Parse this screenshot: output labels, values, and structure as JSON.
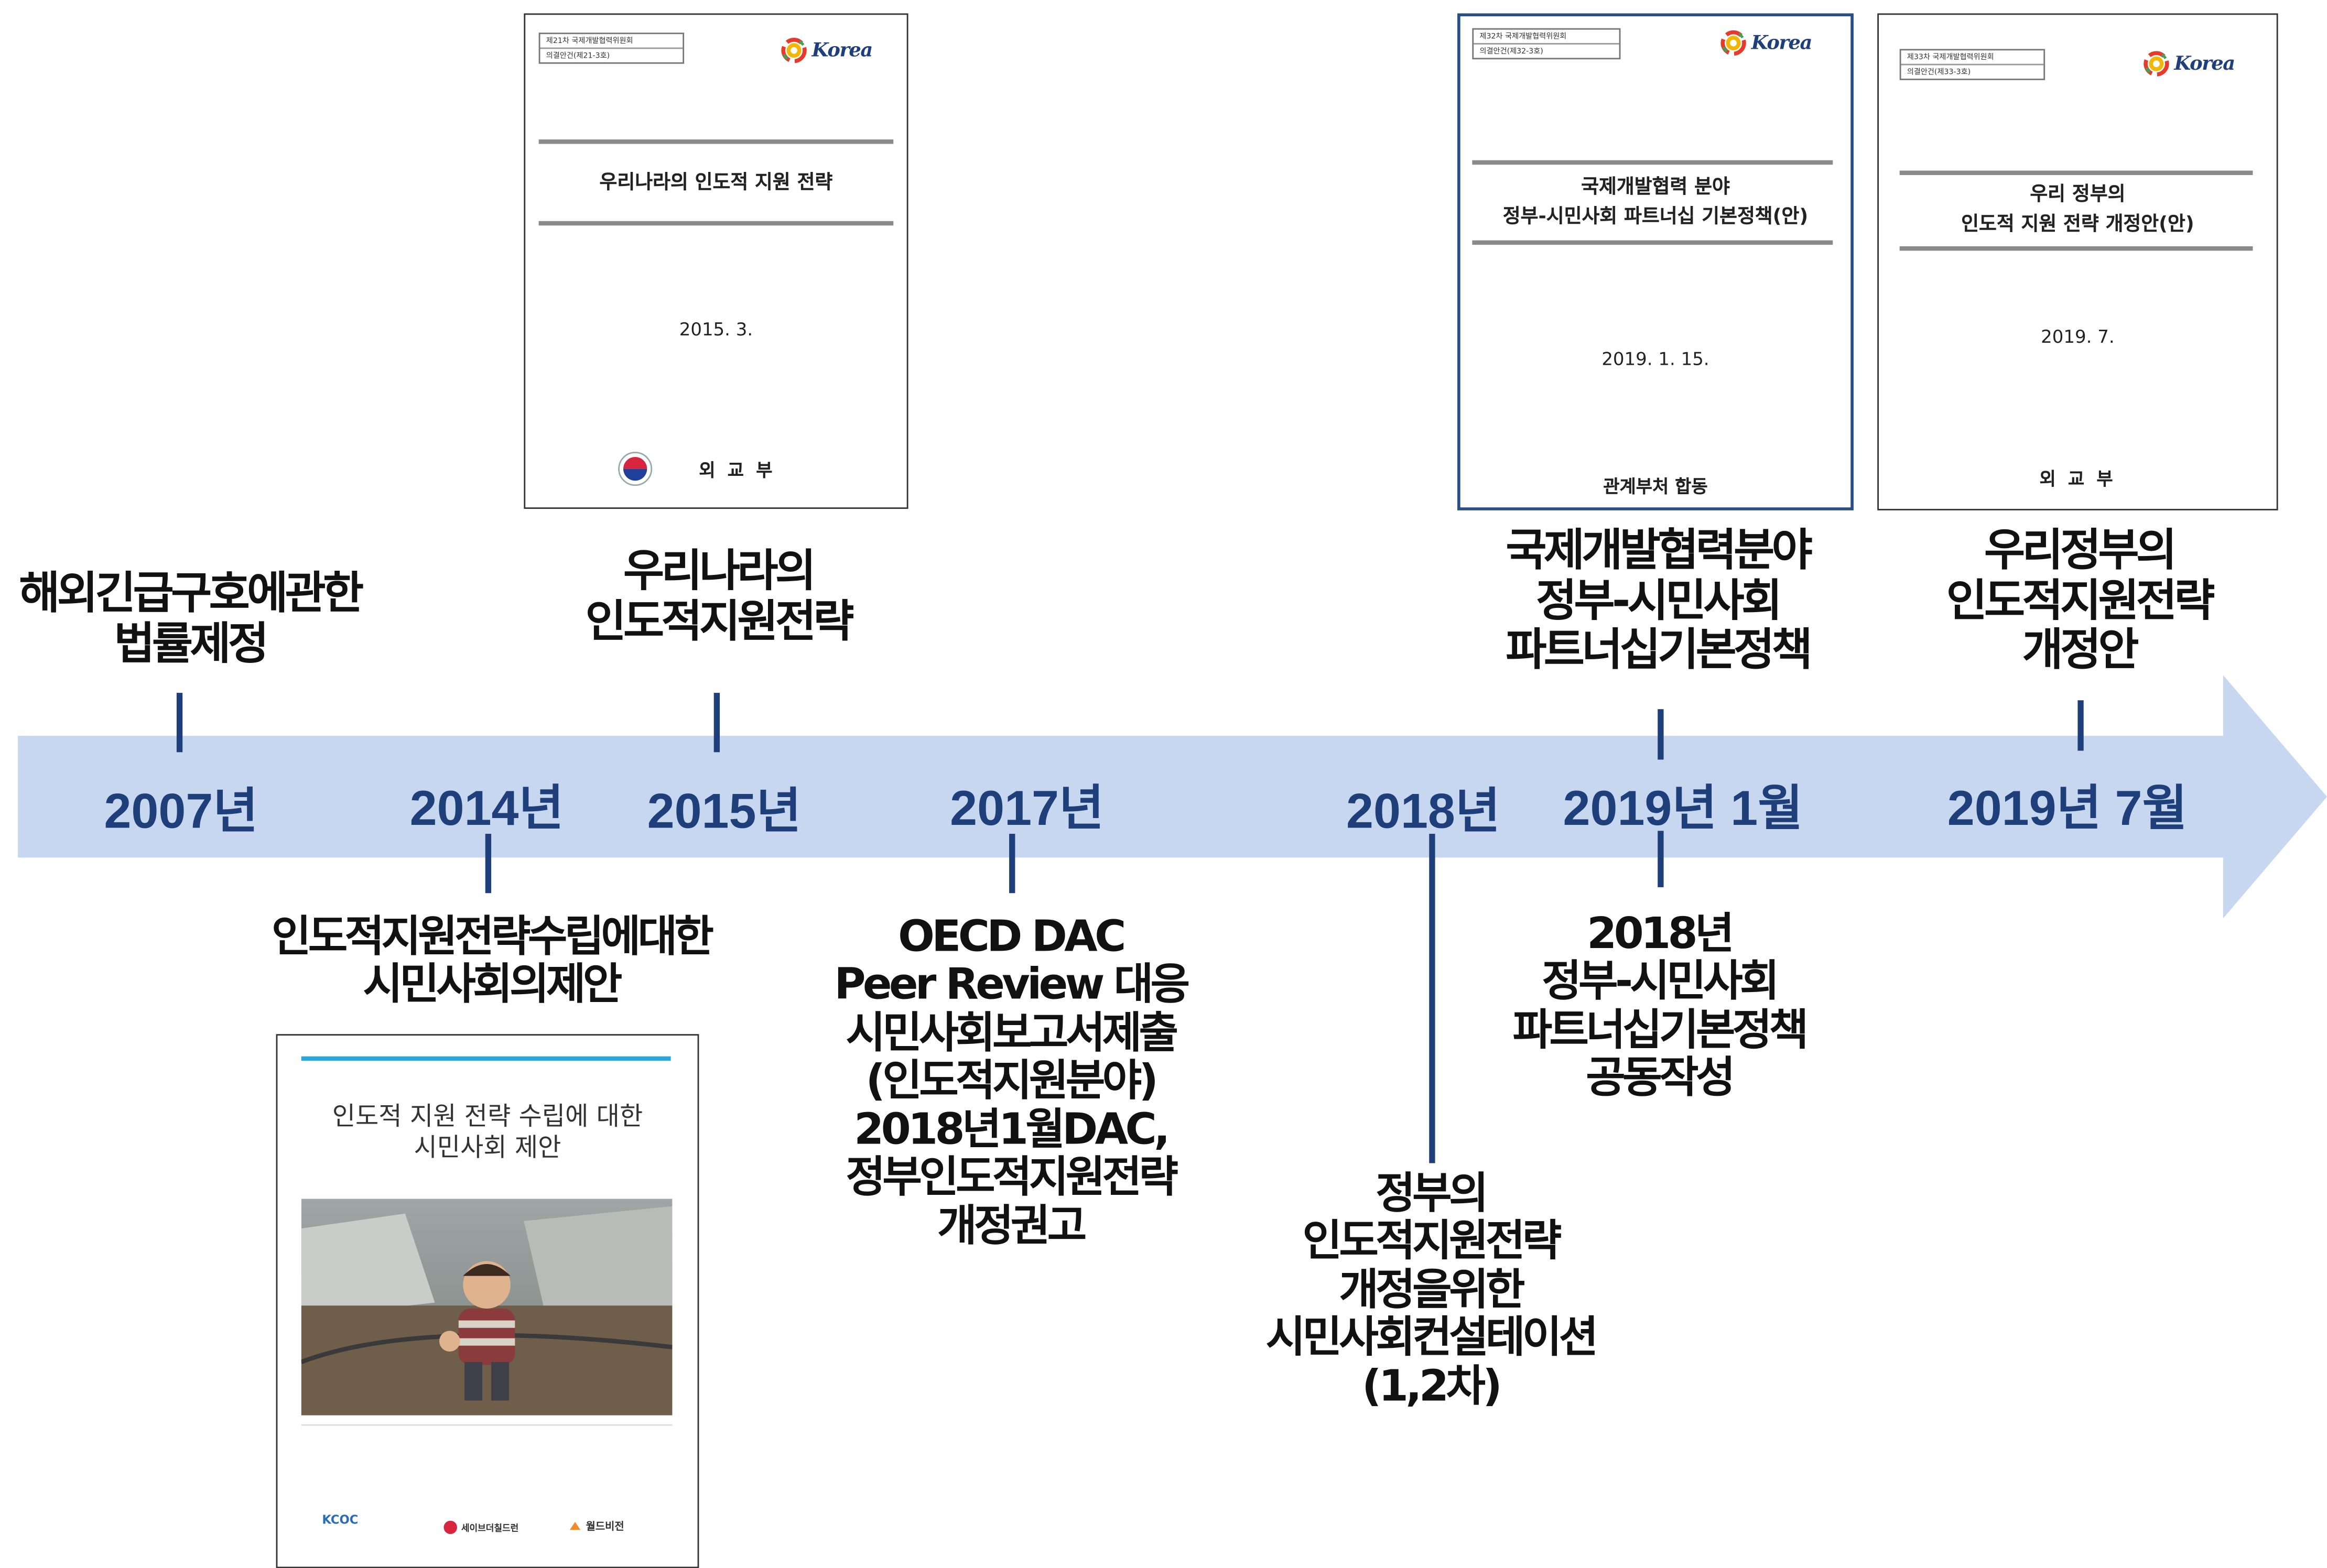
{
  "years": [
    {
      "label": "2007년"
    },
    {
      "label": "2014년"
    },
    {
      "label": "2015년"
    },
    {
      "label": "2017년"
    },
    {
      "label": "2018년"
    },
    {
      "label": "2019년 1월"
    },
    {
      "label": "2019년 7월"
    }
  ],
  "events_top": [
    {
      "lines": [
        "해외긴급구호에관한",
        "법률제정"
      ]
    },
    {
      "lines": [
        "우리나라의",
        "인도적지원전략"
      ]
    },
    {
      "lines": [
        "국제개발협력분야",
        "정부-시민사회",
        "파트너십기본정책"
      ]
    },
    {
      "lines": [
        "우리정부의",
        "인도적지원전략",
        "개정안"
      ]
    }
  ],
  "events_bottom": [
    {
      "lines": [
        "인도적지원전략수립에대한",
        "시민사회의제안"
      ]
    },
    {
      "lines": [
        "OECD DAC",
        "Peer Review  대응",
        "시민사회보고서제출",
        "(인도적지원분야)",
        "2018년1월DAC,",
        "정부인도적지원전략",
        "개정권고"
      ]
    },
    {
      "lines": [
        "정부의",
        "인도적지원전략",
        "개정을위한",
        "시민사회컨설테이션",
        "(1,2차)"
      ]
    },
    {
      "lines": [
        "2018년",
        "정부-시민사회",
        "파트너십기본정책",
        "공동작성"
      ]
    }
  ],
  "documents": [
    {
      "meta": [
        "제21차 국제개발협력위원회",
        "의결안건(제21-3호)"
      ],
      "logo": "Korea",
      "title_lines": [
        "우리나라의 인도적 지원 전략"
      ],
      "date": "2015. 3.",
      "issuer": "외 교 부",
      "emblem": "government-emblem"
    },
    {
      "meta": [
        "제32차 국제개발협력위원회",
        "의결안건(제32-3호)"
      ],
      "logo": "Korea",
      "title_lines": [
        "국제개발협력 분야",
        "정부-시민사회 파트너십 기본정책(안)"
      ],
      "date": "2019. 1. 15.",
      "issuer": "관계부처 합동"
    },
    {
      "meta": [
        "제33차 국제개발협력위원회",
        "의결안건(제33-3호)"
      ],
      "logo": "Korea",
      "title_lines": [
        "우리 정부의",
        "인도적 지원 전략 개정안(안)"
      ],
      "date": "2019. 7.",
      "issuer": "외 교 부"
    }
  ],
  "cover": {
    "title_lines": [
      "인도적 지원 전략 수립에 대한",
      "시민사회 제안"
    ],
    "logos": [
      "KCOC",
      "세이브더칠드런",
      "월드비전"
    ],
    "accent": "#2aa7d8"
  },
  "colors": {
    "arrow": "#c6d7ef",
    "year_text": "#1f3f7a",
    "tick": "#1f3f7a"
  }
}
